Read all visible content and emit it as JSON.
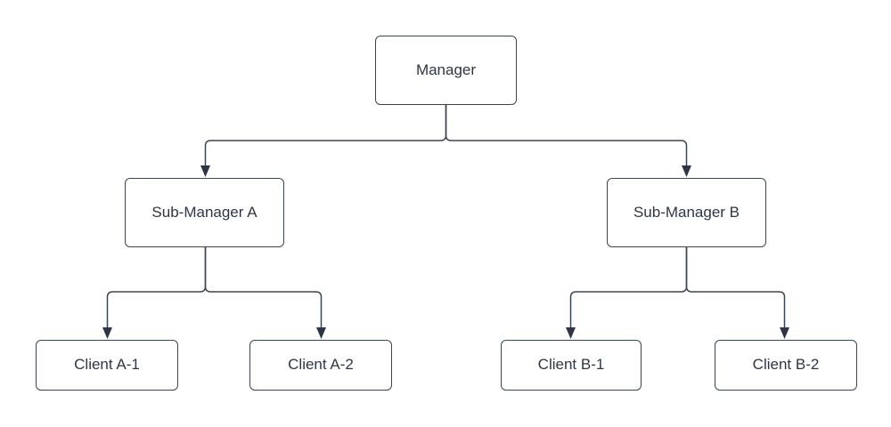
{
  "diagram": {
    "type": "org-chart",
    "colors": {
      "background": "#ffffff",
      "node_fill": "#ffffff",
      "stroke": "#3c4554",
      "text": "#2e3644",
      "arrowhead": "#2e3644"
    },
    "nodes": {
      "manager": {
        "label": "Manager"
      },
      "sub_a": {
        "label": "Sub-Manager A"
      },
      "sub_b": {
        "label": "Sub-Manager B"
      },
      "client_a1": {
        "label": "Client A-1"
      },
      "client_a2": {
        "label": "Client A-2"
      },
      "client_b1": {
        "label": "Client B-1"
      },
      "client_b2": {
        "label": "Client B-2"
      }
    },
    "edges": [
      {
        "from": "Manager",
        "to": "Sub-Manager A",
        "style": "elbow-arrow"
      },
      {
        "from": "Manager",
        "to": "Sub-Manager B",
        "style": "elbow-arrow"
      },
      {
        "from": "Sub-Manager A",
        "to": "Client A-1",
        "style": "elbow-arrow"
      },
      {
        "from": "Sub-Manager A",
        "to": "Client A-2",
        "style": "elbow-arrow"
      },
      {
        "from": "Sub-Manager B",
        "to": "Client B-1",
        "style": "elbow-arrow"
      },
      {
        "from": "Sub-Manager B",
        "to": "Client B-2",
        "style": "elbow-arrow"
      }
    ]
  }
}
